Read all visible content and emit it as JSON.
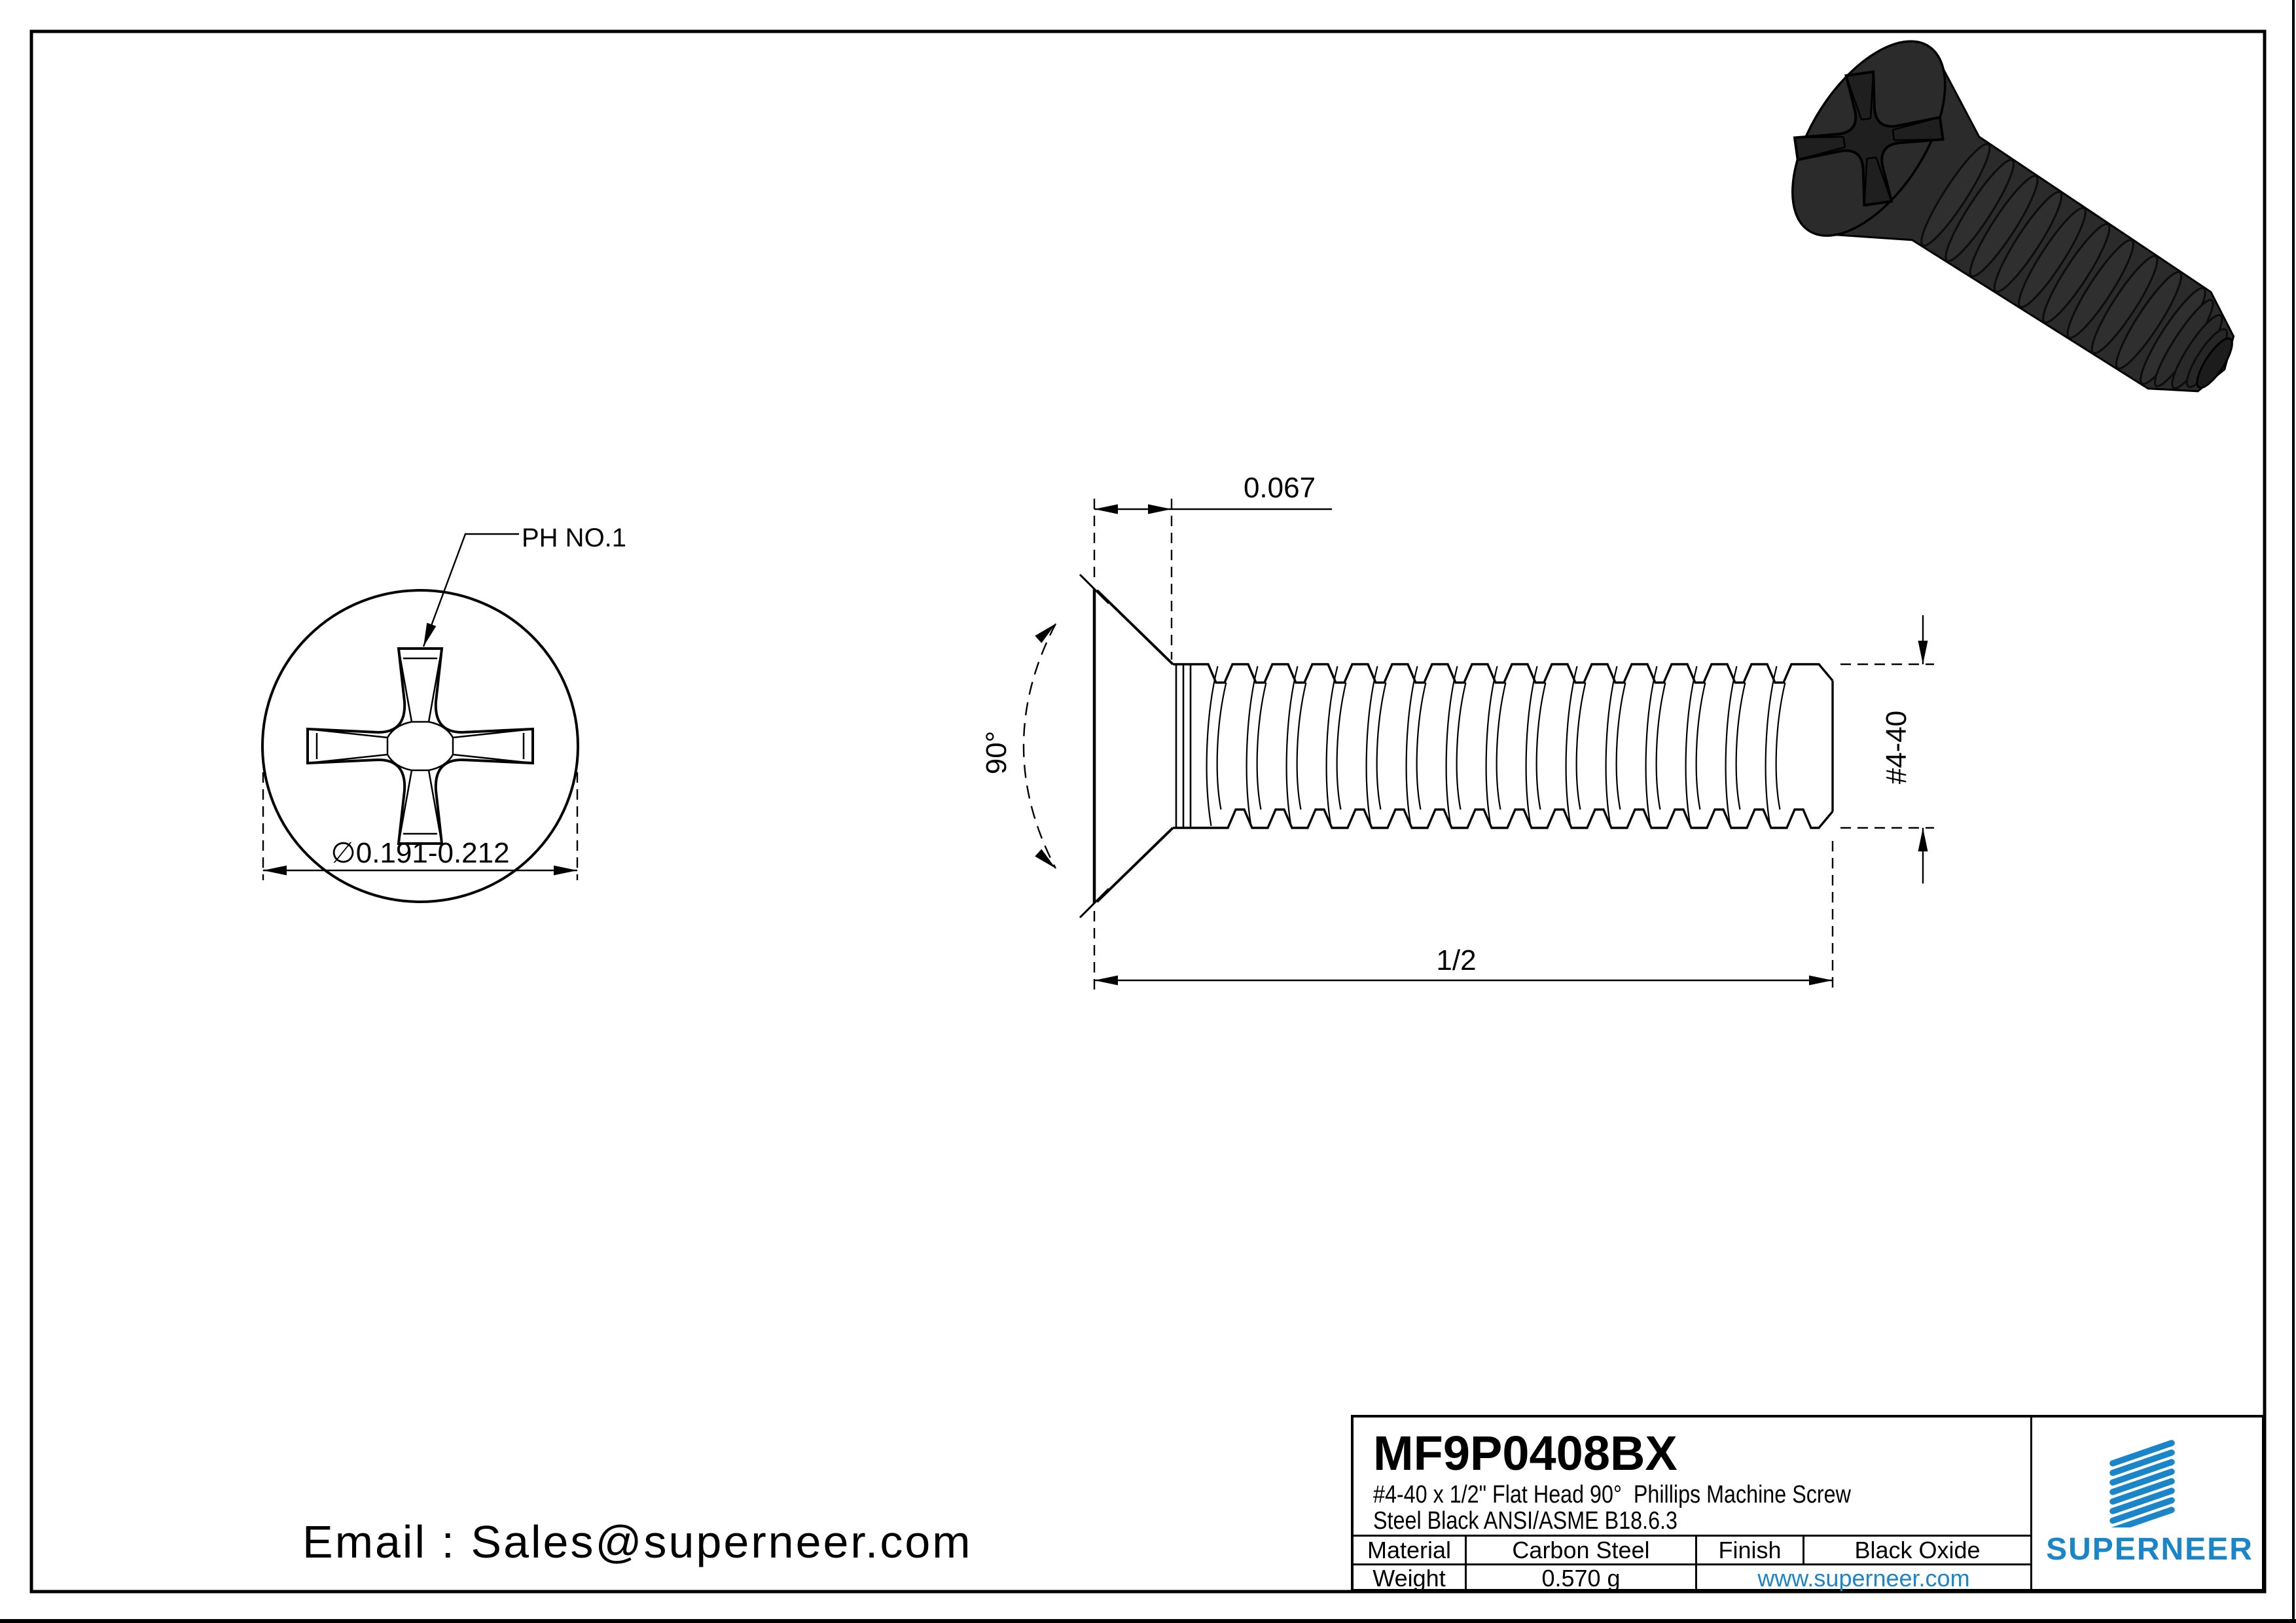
{
  "drawing": {
    "front_view": {
      "ph_label": "PH NO.1",
      "diameter_label": "∅0.191-0.212"
    },
    "side_view": {
      "head_height": "0.067",
      "angle": "90°",
      "thread_size": "#4-40",
      "length": "1/2"
    }
  },
  "title_block": {
    "part_number": "MF9P0408BX",
    "description_line1": "#4-40 x 1/2\" Flat Head 90°  Phillips Machine Screw",
    "description_line2": "Steel Black ANSI/ASME B18.6.3",
    "material_label": "Material",
    "material_value": "Carbon Steel",
    "finish_label": "Finish",
    "finish_value": "Black Oxide",
    "weight_label": "Weight",
    "weight_value": "0.570 g",
    "website": "www.superneer.com",
    "brand": "SUPERNEER"
  },
  "footer": {
    "email": "Email : Sales@superneer.com"
  },
  "colors": {
    "brand_blue": "#1a86c9",
    "line": "#000000",
    "screw_body": "#2b2b2b"
  }
}
